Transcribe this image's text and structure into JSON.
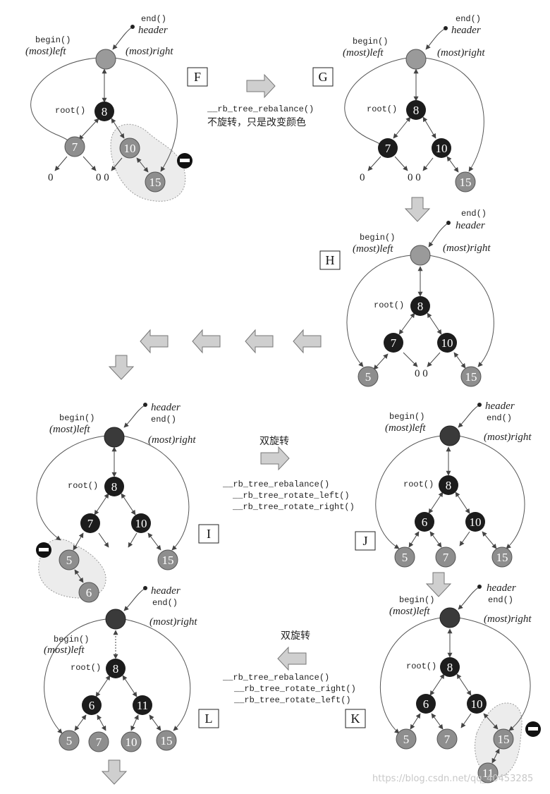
{
  "colors": {
    "red_node": "#8e8e8e",
    "black_node": "#1c1c1c",
    "header_node": "#9a9a9a",
    "header_dark": "#3a3a3a",
    "arrow_fill": "#cfcfcf",
    "highlight": "#e9e9e9",
    "line": "#444444"
  },
  "labels": {
    "end": "end()",
    "header": "header",
    "begin": "begin()",
    "most_left": "(most)left",
    "most_right": "(most)right",
    "root": "root()",
    "null": "0",
    "null_pair": "0 0"
  },
  "panels": {
    "F": "F",
    "G": "G",
    "H": "H",
    "I": "I",
    "J": "J",
    "K": "K",
    "L": "L"
  },
  "annotations": {
    "fg_func": "__rb_tree_rebalance()",
    "fg_note": "不旋转，只是改变颜色",
    "ij_title": "双旋转",
    "ij_f1": "__rb_tree_rebalance()",
    "ij_f2": "__rb_tree_rotate_left()",
    "ij_f3": "__rb_tree_rotate_right()",
    "kl_title": "双旋转",
    "kl_f1": "__rb_tree_rebalance()",
    "kl_f2": "__rb_tree_rotate_right()",
    "kl_f3": "__rb_tree_rotate_left()"
  },
  "nodes": {
    "n8": "8",
    "n7": "7",
    "n10": "10",
    "n15": "15",
    "n5": "5",
    "n6": "6",
    "n11": "11"
  },
  "watermark": "https://blog.csdn.net/qq_40453285"
}
